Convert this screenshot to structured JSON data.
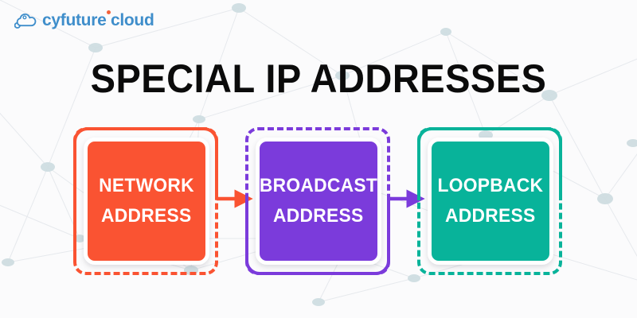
{
  "brand": {
    "logo_icon": "cloud-icon",
    "name": "cyfuture cloud",
    "text_color": "#3f8ecb",
    "accent_dot_color": "#f4623a"
  },
  "header": {
    "title": "SPECIAL IP ADDRESSES",
    "title_color": "#0b0b0b"
  },
  "background": {
    "style": "network-graph",
    "base_color": "#fbfbfc",
    "line_color": "#e3e6ea",
    "node_color": "#cfdde1"
  },
  "diagram": {
    "type": "horizontal-flow",
    "cards": [
      {
        "id": "network-address",
        "line1": "NETWORK",
        "line2": "ADDRESS",
        "fill_color": "#fa5332",
        "frame_color": "#fa5332",
        "text_color": "#ffffff"
      },
      {
        "id": "broadcast-address",
        "line1": "BROADCAST",
        "line2": "ADDRESS",
        "fill_color": "#7b3bdb",
        "frame_color": "#7b3bdb",
        "text_color": "#ffffff"
      },
      {
        "id": "loopback-address",
        "line1": "LOOPBACK",
        "line2": "ADDRESS",
        "fill_color": "#08b39a",
        "frame_color": "#08b39a",
        "text_color": "#ffffff"
      }
    ],
    "connectors": [
      {
        "id": "network-to-broadcast",
        "from": "network-address",
        "to": "broadcast-address",
        "color": "#fa5332"
      },
      {
        "id": "broadcast-to-loopback",
        "from": "broadcast-address",
        "to": "loopback-address",
        "color": "#7b3bdb"
      }
    ]
  }
}
